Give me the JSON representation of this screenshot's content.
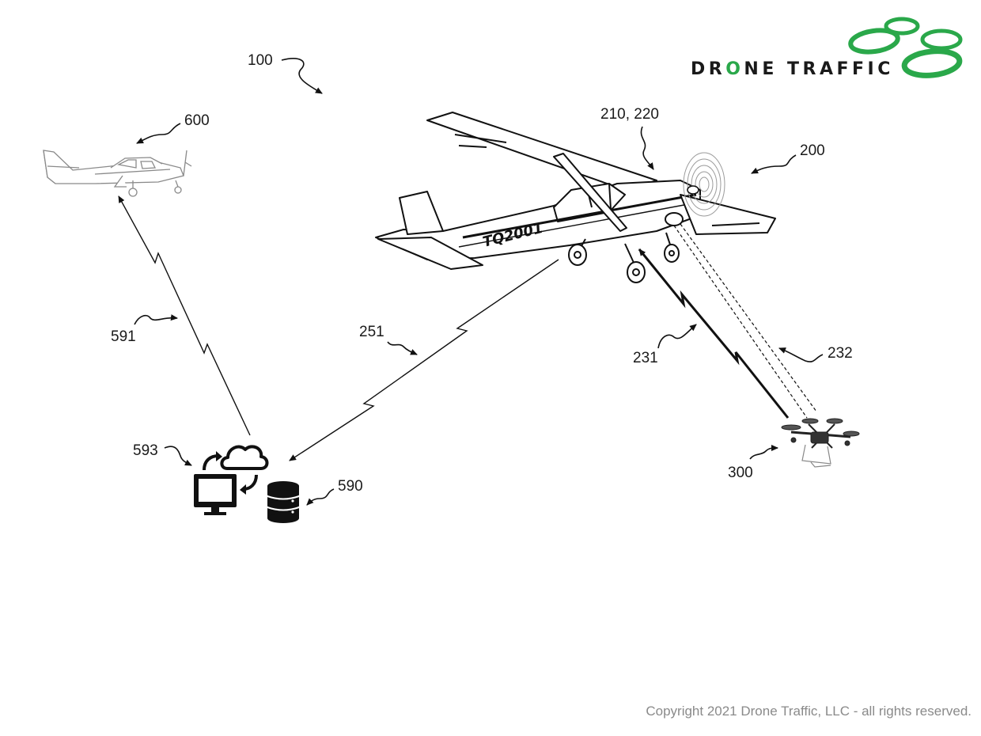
{
  "logo": {
    "brand_part1": "DR",
    "brand_o": "O",
    "brand_part2": "NE TRAFFIC",
    "brand_color": "#1a1a1a",
    "accent_color": "#2aa84a"
  },
  "labels": {
    "system": "100",
    "aircraft": "200",
    "aircraft_sensors": "210, 220",
    "link_aircraft_drone": "231",
    "sensor_beam": "232",
    "link_aircraft_ground": "251",
    "drone": "300",
    "database": "590",
    "link_ground_aircraft2": "591",
    "ground_station": "593",
    "second_aircraft": "600",
    "aircraft_tail_number": "TQ2001"
  },
  "icons": {
    "computer": "monitor-icon",
    "cloud": "cloud-icon",
    "sync": "sync-arrows-icon",
    "database": "database-icon"
  },
  "footer": {
    "copyright": "Copyright 2021 Drone Traffic, LLC - all rights reserved."
  }
}
